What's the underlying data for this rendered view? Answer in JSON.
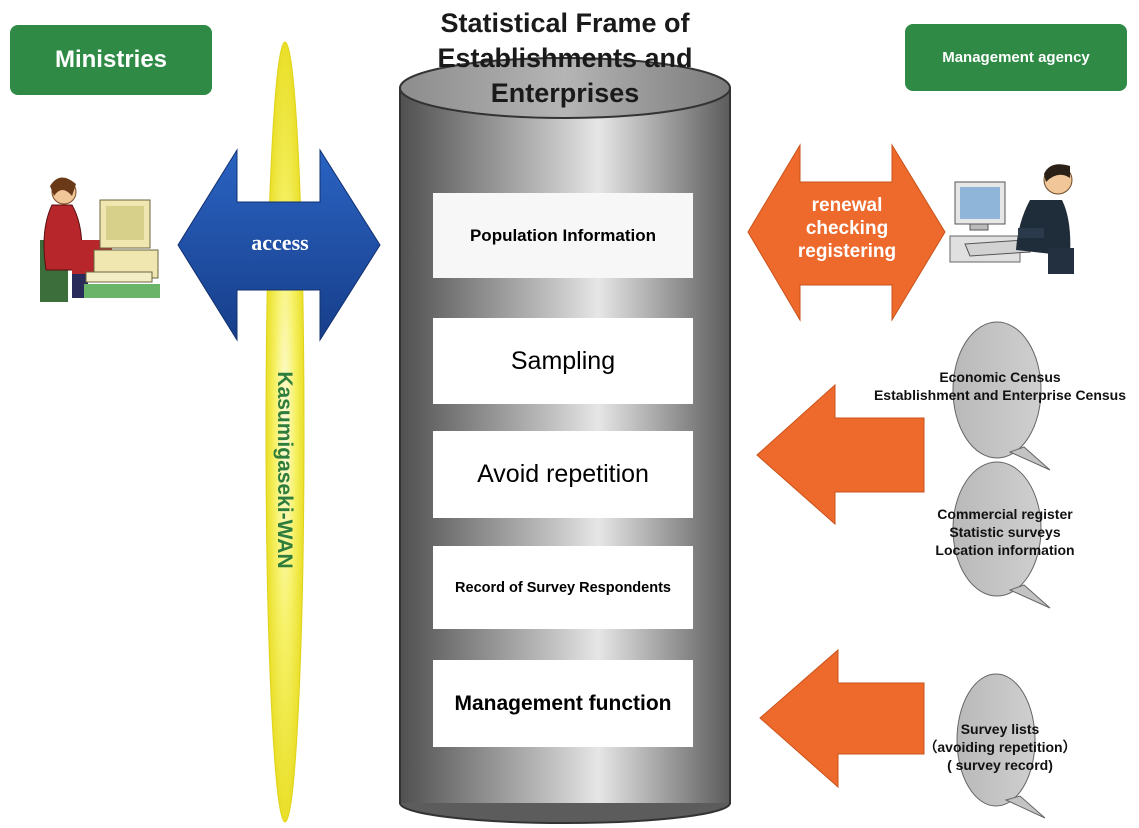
{
  "title": "Statistical Frame of Establishments and Enterprises",
  "left_header": "Ministries",
  "right_header": "Management agency",
  "network_label": "Kasumigaseki-WAN",
  "access_label": "access",
  "renewal_lines": [
    "renewal",
    "checking",
    "registering"
  ],
  "functions": {
    "population": "Population Information",
    "sampling": "Sampling",
    "avoid": "Avoid repetition",
    "record": "Record of Survey Respondents",
    "management": "Management function"
  },
  "sources": [
    {
      "lines": [
        "Economic Census",
        "Establishment and Enterprise Census"
      ]
    },
    {
      "lines": [
        "Commercial register",
        "Statistic surveys",
        "Location information"
      ]
    },
    {
      "lines": [
        "Survey lists",
        "（avoiding repetition）",
        "( survey record)"
      ]
    }
  ],
  "colors": {
    "header_green": "#2e8a45",
    "access_arrow": "#1f4fa0",
    "renewal_arrow": "#ee6a2c",
    "wan_ellipse": "#f5f04a",
    "cylinder": "#8a8a8a"
  },
  "icons": [
    "person-at-computer-icon",
    "office-worker-at-computer-icon"
  ]
}
